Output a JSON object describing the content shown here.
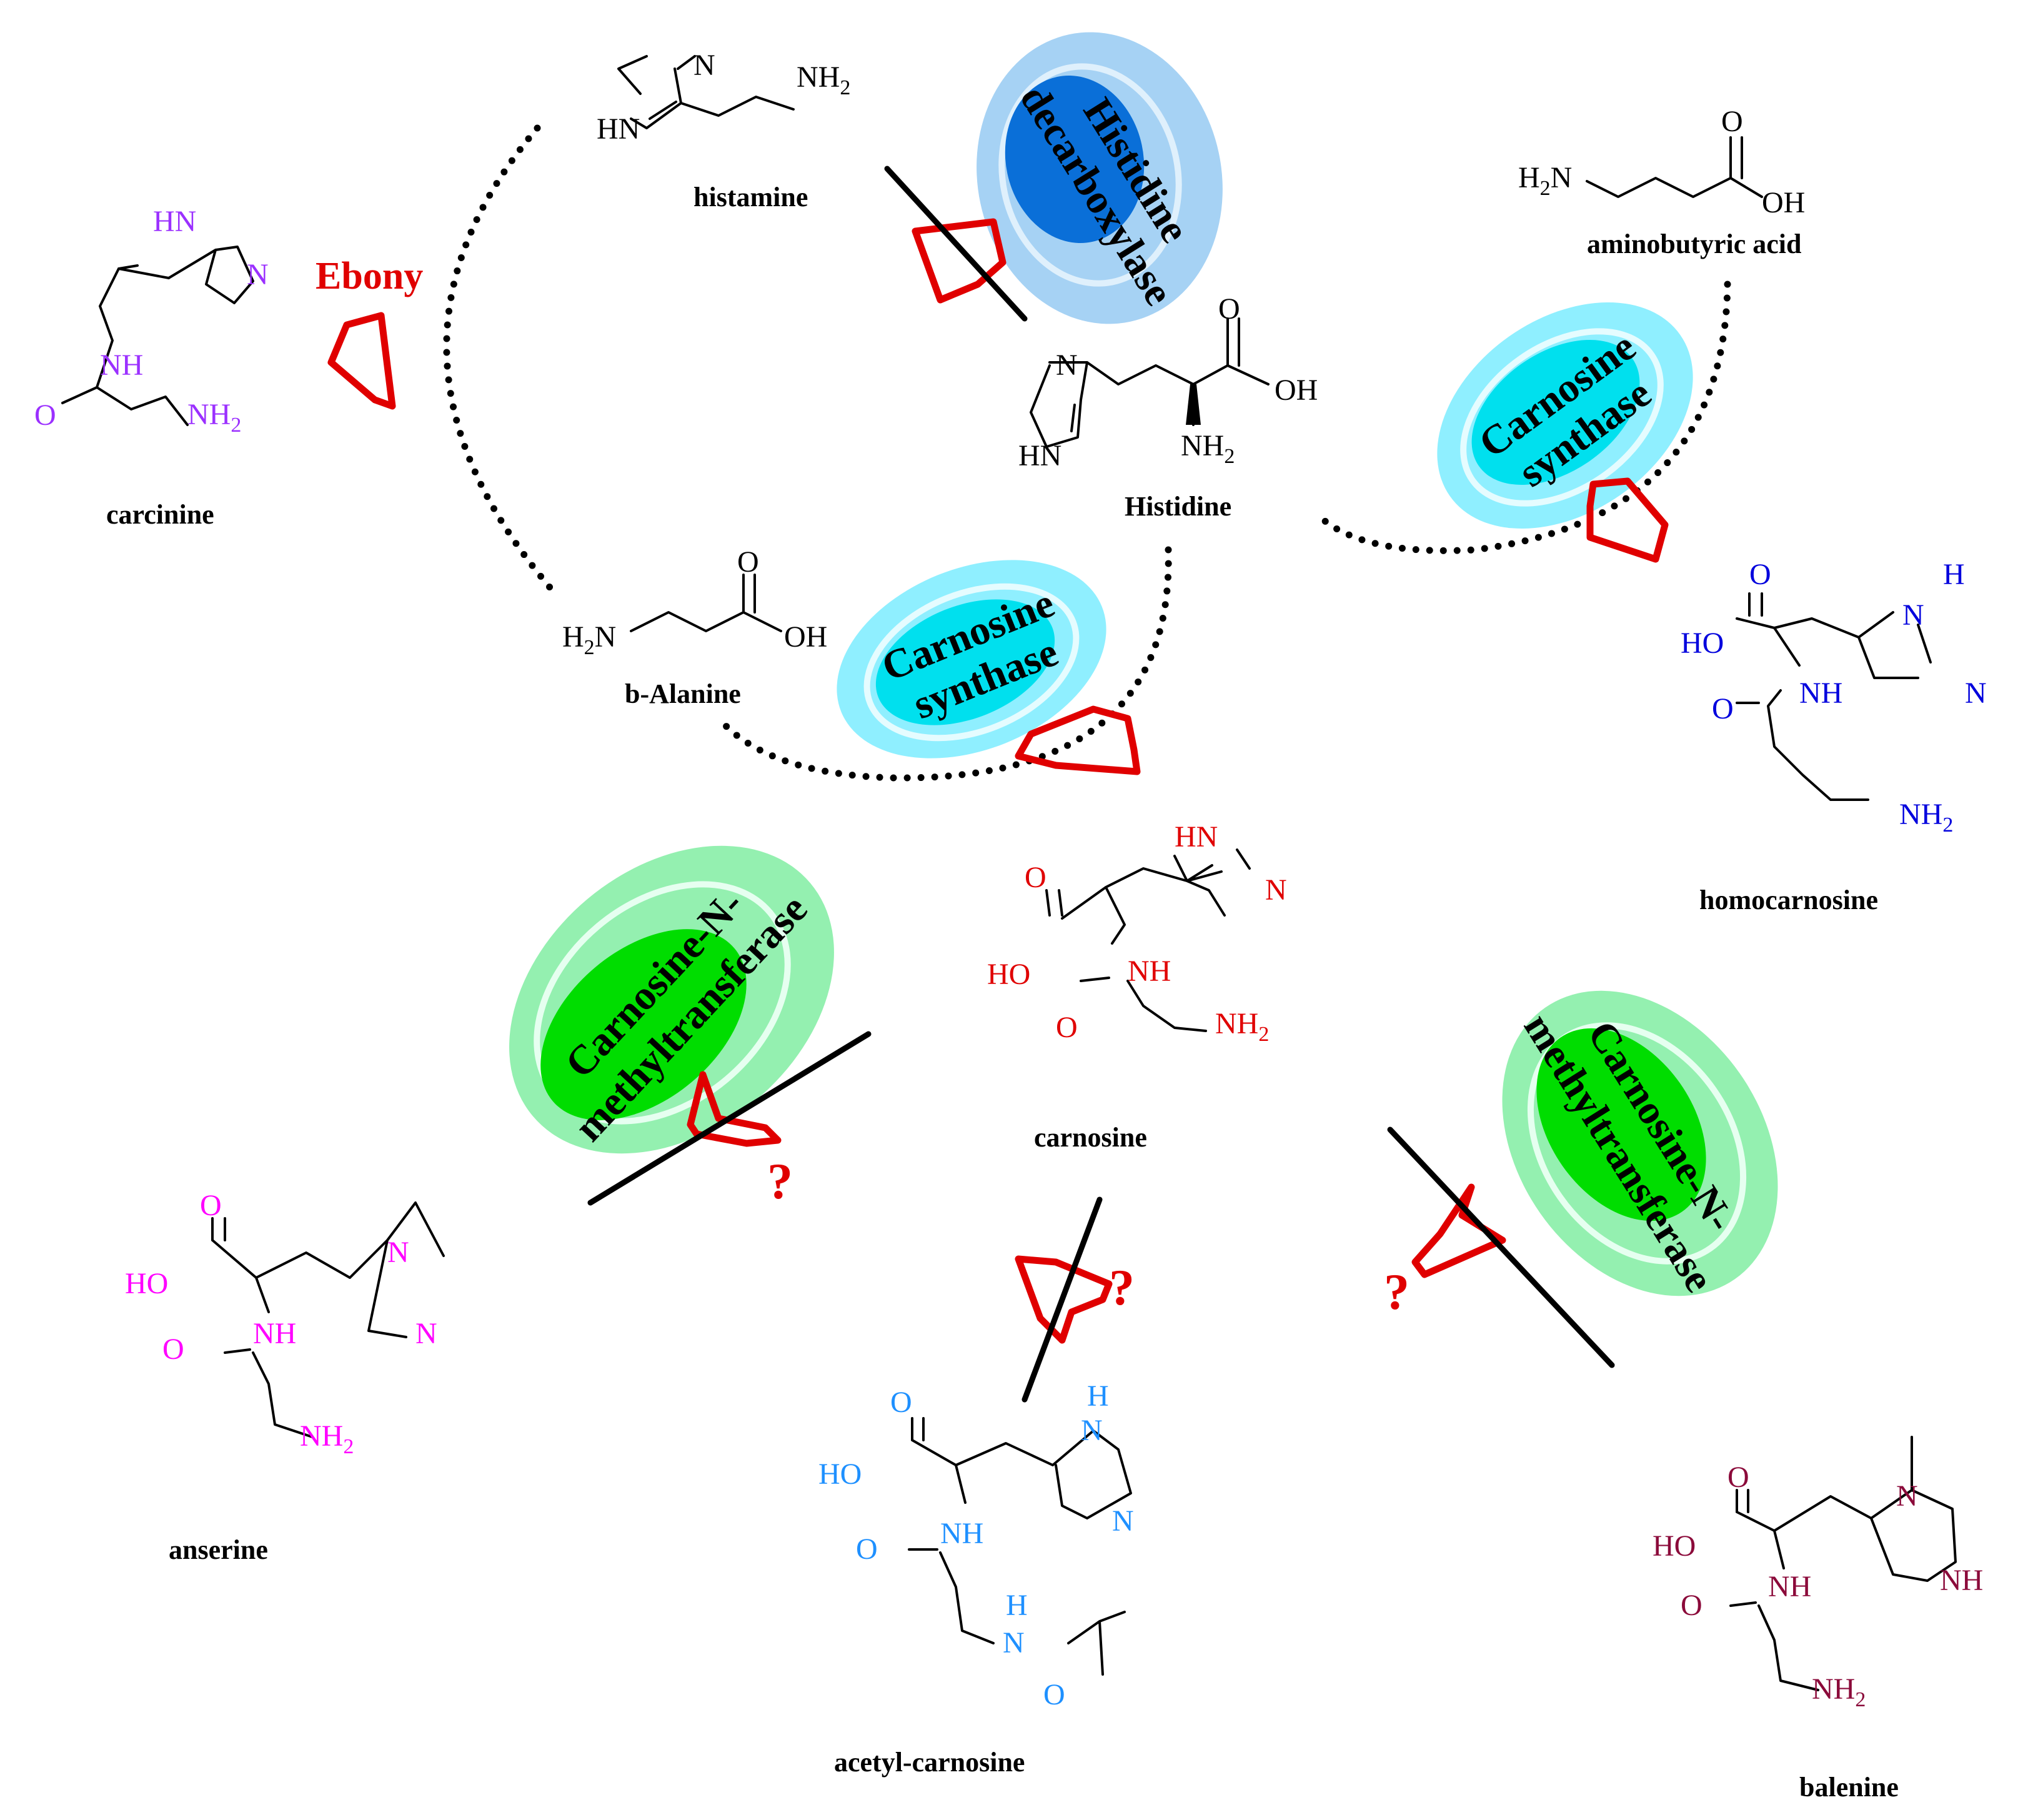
{
  "colors": {
    "carnosine": "#e00000",
    "carcinine": "#9b30ff",
    "homocarnosine": "#0000dd",
    "anserine": "#ff00ff",
    "acetyl_carnosine": "#1e90ff",
    "balenine": "#8b0a3a",
    "decarboxylase_outer": "#a6d2f4",
    "decarboxylase_inner": "#0a6fd8",
    "synthase_outer": "#8fefff",
    "synthase_inner": "#00e0ee",
    "methyltransferase_outer": "#94f0b0",
    "methyltransferase_inner": "#00dd00",
    "receptor": "#e00000"
  },
  "compounds": {
    "histamine": "histamine",
    "aminobutyric": "aminobutyric acid",
    "histidine": "Histidine",
    "alanine": "b-Alanine",
    "carcinine": "carcinine",
    "homocarnosine": "homocarnosine",
    "carnosine": "carnosine",
    "anserine": "anserine",
    "acetyl_carnosine": "acetyl-carnosine",
    "balenine": "balenine"
  },
  "atoms": {
    "NH2": "NH2",
    "NH": "NH",
    "HN": "HN",
    "N": "N",
    "O": "O",
    "OH": "OH",
    "HO": "HO",
    "H": "H"
  },
  "enzymes": {
    "decarboxylase_line1": "Histidine",
    "decarboxylase_line2": "decarboxylase",
    "synthase_line1": "Carnosine",
    "synthase_line2": "synthase",
    "methyl_line1": "Carnosine-N-",
    "methyl_line2": "methyltransferase",
    "ebony": "Ebony"
  },
  "question_mark": "?"
}
